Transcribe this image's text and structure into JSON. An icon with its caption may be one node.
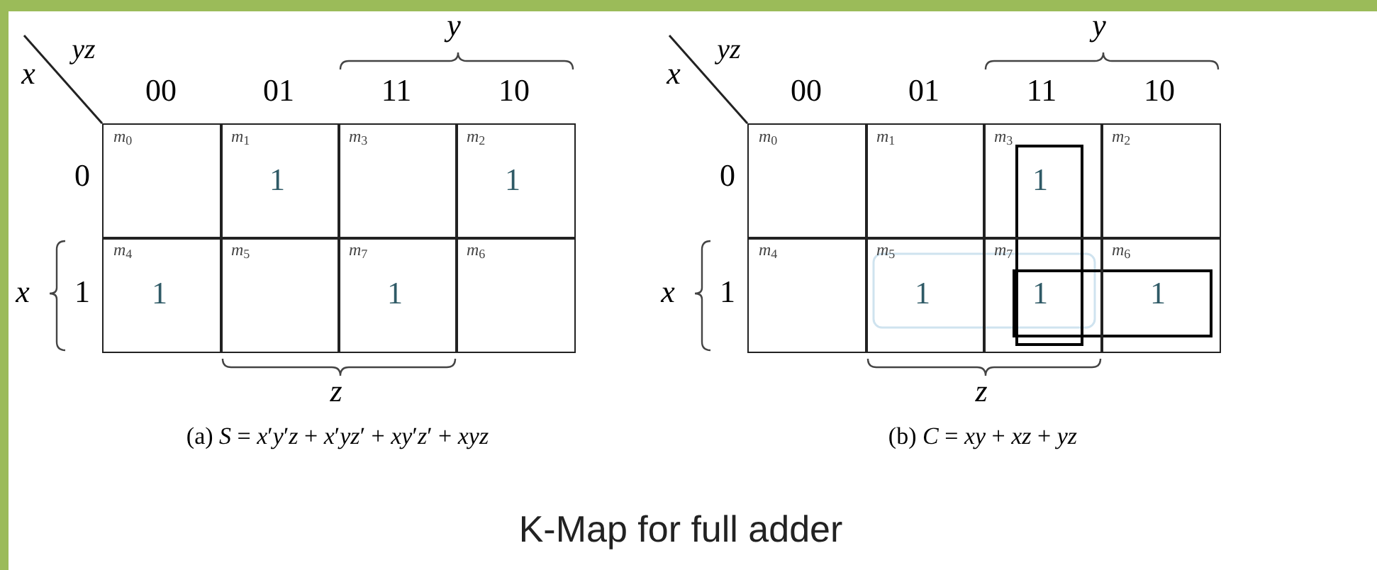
{
  "diagram": {
    "title": "K-Map for full adder",
    "nodes": [
      {
        "text": [
          "*m*$_{0}$"
        ]
      },
      {
        "text": [
          "*m*$_{1}$",
          "1"
        ]
      },
      {
        "text": [
          "*m*$_{3}$"
        ]
      },
      {
        "text": [
          "*m*$_{2}$",
          "1"
        ]
      },
      {
        "text": [
          "*m*$_{4}$",
          "1"
        ]
      },
      {
        "text": [
          "*m*$_{5}$"
        ]
      },
      {
        "text": [
          "*m*$_{7}$",
          "1"
        ]
      },
      {
        "text": [
          "*m*$_{6}$"
        ]
      },
      {
        "text": [
          "*m*$_{0}$"
        ]
      },
      {
        "text": [
          "*m*$_{1}$"
        ]
      },
      {
        "text": [
          "*m*$_{3}$",
          "1"
        ]
      },
      {
        "text": [
          "*m*$_{2}$"
        ]
      },
      {
        "text": [
          "*m*$_{4}$"
        ]
      },
      {
        "text": [
          "*m*$_{5}$",
          "1"
        ]
      },
      {
        "text": [
          "*m*$_{7}$",
          "1"
        ]
      },
      {
        "text": [
          "*m*$_{6}$",
          "1"
        ]
      }
    ],
    "labels": [
      "*yz*",
      "*y*",
      "*x*",
      "00",
      "01",
      "11",
      "10",
      "0",
      "*x*",
      "1",
      "*z*",
      "(a) *S* = *x*′*y*′*z* + *x*′*yz*′ + *xy*′*z*′ + *xyz*",
      "*yz*",
      "*y*",
      "*x*",
      "00",
      "01",
      "11",
      "10",
      "0",
      "*x*",
      "1",
      "*z*",
      "(b) *C* = *xy* + *xz* + *yz*"
    ]
  }
}
